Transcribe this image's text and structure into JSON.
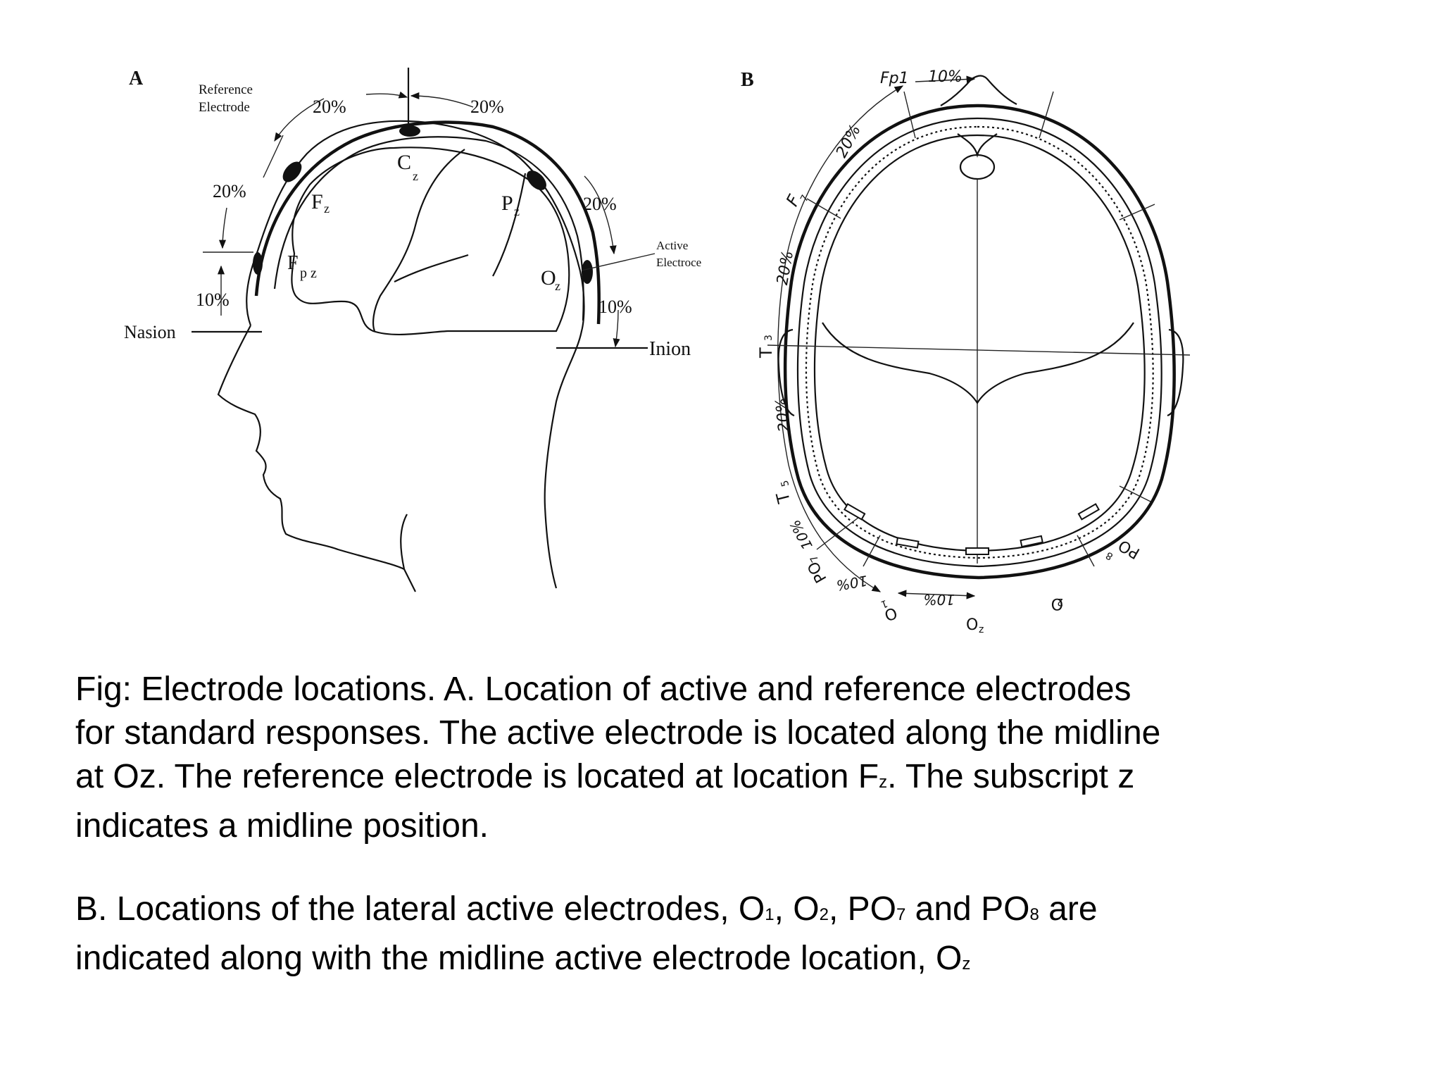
{
  "panel_a": {
    "letter": "A",
    "reference_electrode": [
      "Reference",
      "Electrode"
    ],
    "active_electrode": [
      "Active",
      "Electroce"
    ],
    "nasion": "Nasion",
    "inion": "Inion",
    "percent_20": "20%",
    "percent_10": "10%",
    "cz": "C",
    "fz": "F",
    "pz": "P",
    "fpz": "F",
    "fpz_sub": "p z",
    "oz": "O",
    "sub_z": "z"
  },
  "panel_b": {
    "letter": "B",
    "fp1": "Fp1",
    "p10": "10%",
    "p20": "20%",
    "f7": "F",
    "f7_sub": "7",
    "t3": "T",
    "t3_sub": "3",
    "t5": "T",
    "t5_sub": "5",
    "po7": "PO",
    "po7_sub": "7",
    "po8": "PO",
    "po8_sub": "8",
    "o1": "O",
    "o1_sub": "1",
    "o2": "O",
    "o2_sub": "2",
    "oz": "O",
    "oz_sub": "z"
  },
  "caption": {
    "a_line1": "Fig: Electrode locations. A. Location of active and reference electrodes",
    "a_line2": "for standard responses. The active electrode is located along the midline",
    "a_line3_pre": "at Oz. The reference electrode is located at location F",
    "a_line3_sub": "z",
    "a_line3_post": ". The subscript z",
    "a_line4": "indicates a midline position.",
    "b_line1_pre": "B. Locations of the lateral active electrodes, O",
    "b_sub1": "1",
    "b_mid1": ", O",
    "b_sub2": "2",
    "b_mid2": ", PO",
    "b_sub7": "7",
    "b_mid3": " and PO",
    "b_sub8": "8",
    "b_line1_post": " are",
    "b_line2_pre": "indicated along with the midline active electrode location, O",
    "b_line2_sub": "z"
  }
}
